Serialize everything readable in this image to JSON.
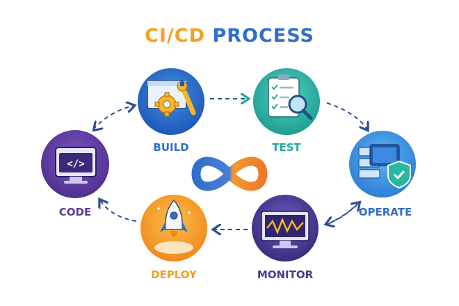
{
  "title": {
    "part1": "CI/CD",
    "part2": "PROCESS"
  },
  "stages": {
    "code": {
      "label": "CODE",
      "color": "#5b3a96"
    },
    "build": {
      "label": "BUILD",
      "color": "#2f6fc9"
    },
    "test": {
      "label": "TEST",
      "color": "#23a79a"
    },
    "operate": {
      "label": "OPERATE",
      "color": "#2f6fc9"
    },
    "monitor": {
      "label": "MONITOR",
      "color": "#4a3a8c"
    },
    "deploy": {
      "label": "DEPLOY",
      "color": "#f0a020"
    }
  },
  "icons": {
    "code": "code-monitor-icon",
    "build": "gear-wrench-icon",
    "test": "checklist-magnifier-icon",
    "operate": "server-shield-icon",
    "monitor": "monitor-graph-icon",
    "deploy": "rocket-icon",
    "center": "infinity-loop-icon"
  }
}
